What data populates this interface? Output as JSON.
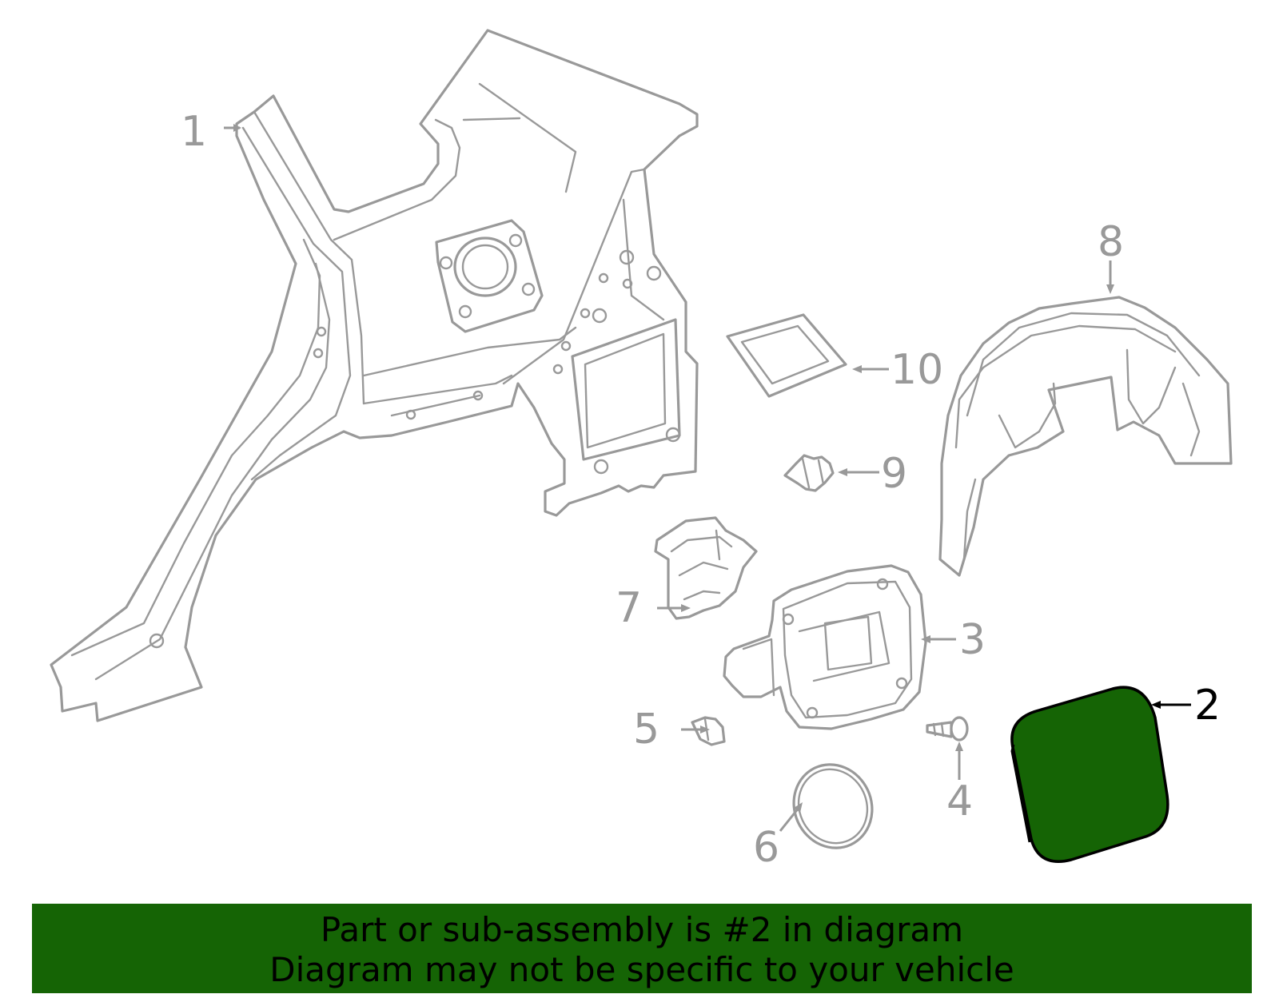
{
  "callouts": [
    {
      "id": "1",
      "label": "1"
    },
    {
      "id": "2",
      "label": "2"
    },
    {
      "id": "3",
      "label": "3"
    },
    {
      "id": "4",
      "label": "4"
    },
    {
      "id": "5",
      "label": "5"
    },
    {
      "id": "6",
      "label": "6"
    },
    {
      "id": "7",
      "label": "7"
    },
    {
      "id": "8",
      "label": "8"
    },
    {
      "id": "9",
      "label": "9"
    },
    {
      "id": "10",
      "label": "10"
    }
  ],
  "highlighted_part": "2",
  "colors": {
    "highlight": "#156405",
    "line": "#999999",
    "highlight_text": "#000000"
  },
  "banner": {
    "line1": "Part or sub-assembly is #2 in diagram",
    "line2": "Diagram may not be specific to your vehicle"
  }
}
